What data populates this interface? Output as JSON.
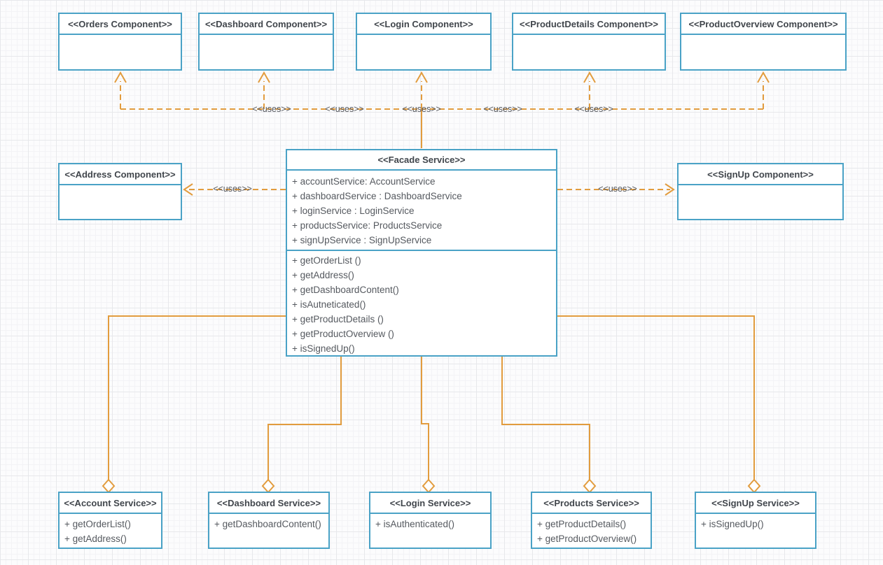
{
  "labels": {
    "uses": "<<uses>>"
  },
  "colors": {
    "box_border": "#4AA2C6",
    "connector_orange": "#E29C3E",
    "title_text": "#41464C",
    "body_text": "#55595F"
  },
  "boxes": {
    "orders_component": {
      "title": "<<Orders Component>>"
    },
    "dashboard_component": {
      "title": "<<Dashboard Component>>"
    },
    "login_component": {
      "title": "<<Login Component>>"
    },
    "product_details_component": {
      "title": "<<ProductDetails Component>>"
    },
    "product_overview_component": {
      "title": "<<ProductOverview Component>>"
    },
    "address_component": {
      "title": "<<Address Component>>"
    },
    "signup_component": {
      "title": "<<SignUp Component>>"
    },
    "facade_service": {
      "title": "<<Facade Service>>",
      "attributes": [
        "+ accountService: AccountService",
        "+ dashboardService : DashboardService",
        "+ loginService : LoginService",
        "+ productsService: ProductsService",
        "+ signUpService : SignUpService"
      ],
      "methods": [
        "+ getOrderList ()",
        "+ getAddress()",
        "+ getDashboardContent()",
        "+ isAutneticated()",
        "+ getProductDetails ()",
        "+ getProductOverview ()",
        "+ isSignedUp()"
      ]
    },
    "account_service": {
      "title": "<<Account Service>>",
      "methods": [
        "+ getOrderList()",
        "+ getAddress()"
      ]
    },
    "dashboard_service": {
      "title": "<<Dashboard Service>>",
      "methods": [
        "+ getDashboardContent()"
      ]
    },
    "login_service": {
      "title": "<<Login Service>>",
      "methods": [
        "+ isAuthenticated()"
      ]
    },
    "products_service": {
      "title": "<<Products Service>>",
      "methods": [
        "+ getProductDetails()",
        "+ getProductOverview()"
      ]
    },
    "signup_service": {
      "title": "<<SignUp Service>>",
      "methods": [
        "+ isSignedUp()"
      ]
    }
  }
}
